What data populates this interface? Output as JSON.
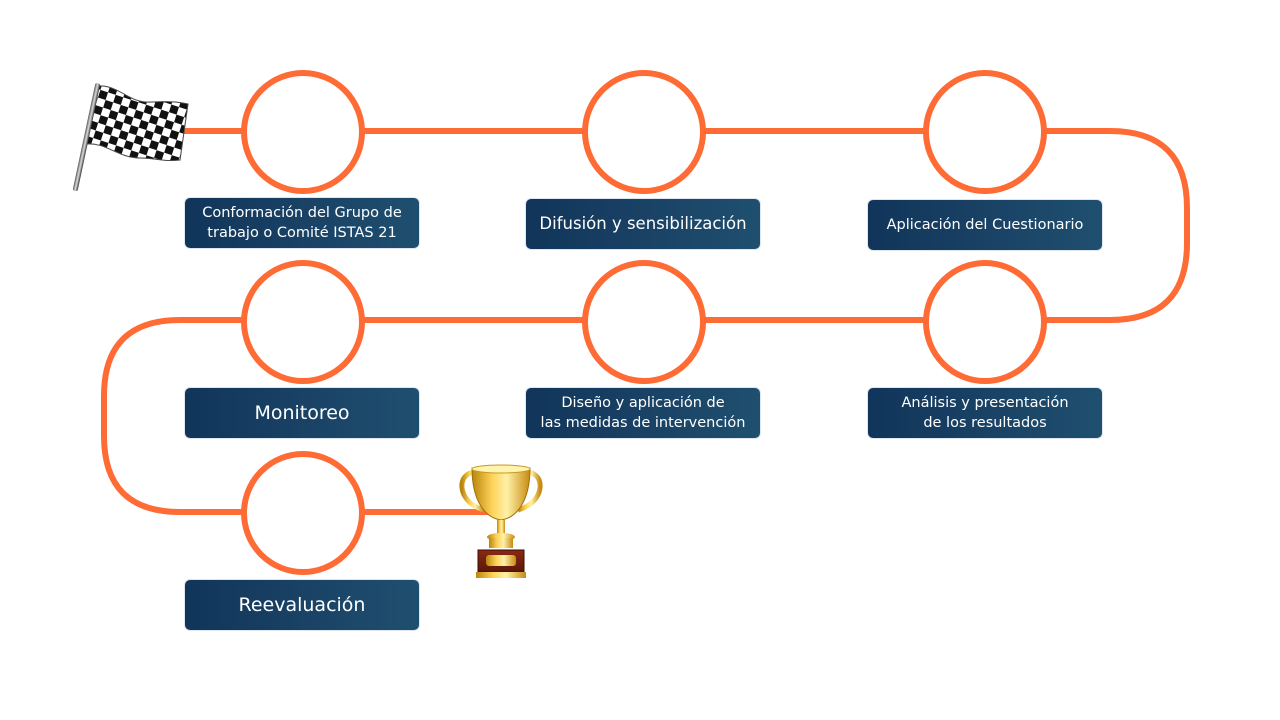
{
  "colors": {
    "path": "#ff6b35",
    "label_bg_start": "#11355a",
    "label_bg_end": "#1f4f6f",
    "label_text": "#ffffff",
    "background": "#ffffff"
  },
  "icons": {
    "start": "checkered-flag-icon",
    "finish": "trophy-icon"
  },
  "steps": [
    {
      "id": "conformacion",
      "label": "Conformación del Grupo de\ntrabajo o Comité ISTAS 21"
    },
    {
      "id": "difusion",
      "label": "Difusión y sensibilización"
    },
    {
      "id": "aplicacion",
      "label": "Aplicación del Cuestionario"
    },
    {
      "id": "analisis",
      "label": "Análisis y presentación\nde los resultados"
    },
    {
      "id": "diseno",
      "label": "Diseño y aplicación de\nlas medidas de intervención"
    },
    {
      "id": "monitoreo",
      "label": "Monitoreo"
    },
    {
      "id": "reevaluacion",
      "label": "Reevaluación"
    }
  ]
}
